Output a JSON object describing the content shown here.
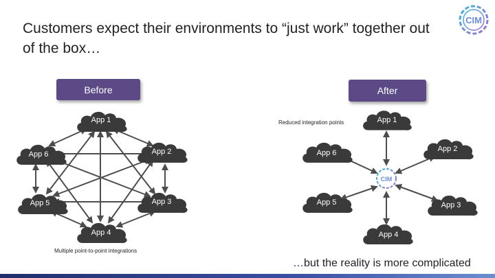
{
  "title": "Customers expect their environments to “just work” together out of the box…",
  "before": {
    "header": "Before",
    "caption": "Multiple point-to-point integrations",
    "apps": [
      "App 1",
      "App 2",
      "App 3",
      "App 4",
      "App 5",
      "App 6"
    ]
  },
  "after": {
    "header": "After",
    "caption": "Reduced integration points",
    "apps": [
      "App 1",
      "App 2",
      "App 3",
      "App 4",
      "App 5",
      "App 6"
    ],
    "hub_label": "CIM"
  },
  "logo_text": "CIM",
  "tagline": "…but the reality is more complicated",
  "colors": {
    "cloud": "#3a3a3a",
    "header_box": "#5b4a86",
    "arrow": "#4d4d4d",
    "logo_gradient_start": "#3fb6d8",
    "logo_gradient_end": "#9b6fc9"
  }
}
